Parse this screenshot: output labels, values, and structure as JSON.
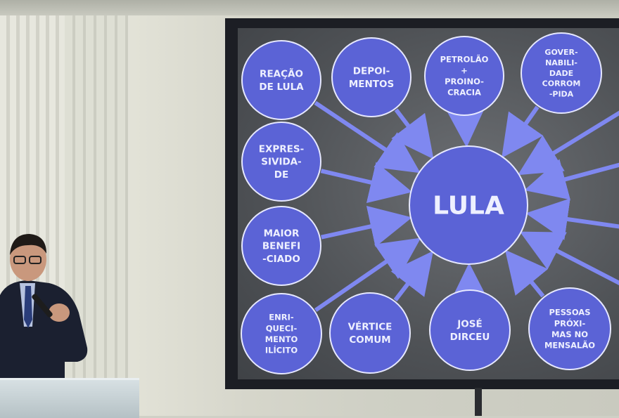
{
  "scene": {
    "description_free": true
  },
  "slide": {
    "center": "LULA",
    "nodes": [
      {
        "id": "reacao",
        "lines": [
          "REAÇÃO",
          "DE LULA"
        ]
      },
      {
        "id": "depoimentos",
        "lines": [
          "DEPOI-",
          "MENTOS"
        ]
      },
      {
        "id": "petrolao",
        "lines": [
          "PETROLÃO",
          "+",
          "PROINO-",
          "CRACIA"
        ]
      },
      {
        "id": "governabilidade",
        "lines": [
          "GOVER-",
          "NABILI-",
          "DADE",
          "CORROM",
          "-PIDA"
        ]
      },
      {
        "id": "expressividade",
        "lines": [
          "EXPRES-",
          "SIVIDA-",
          "DE"
        ]
      },
      {
        "id": "maior",
        "lines": [
          "MAIOR",
          "BENEFI",
          "-CIADO"
        ]
      },
      {
        "id": "enriquecimento",
        "lines": [
          "ENRI-",
          "QUECI-",
          "MENTO",
          "ILÍCITO"
        ]
      },
      {
        "id": "vertice",
        "lines": [
          "VÉRTICE",
          "COMUM"
        ]
      },
      {
        "id": "jose",
        "lines": [
          "JOSÉ",
          "DIRCEU"
        ]
      },
      {
        "id": "pessoas",
        "lines": [
          "PESSOAS",
          "PRÓXI-",
          "MAS NO",
          "MENSALÃO"
        ]
      }
    ],
    "colors": {
      "bubble": "#5b63d6",
      "bubble_border": "#e6e8ff",
      "arrow": "#7f88f0",
      "text": "#eef0ff"
    }
  }
}
